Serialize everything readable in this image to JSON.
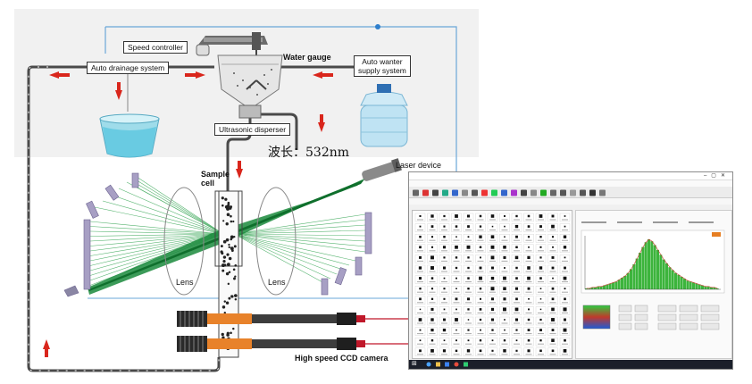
{
  "labels": {
    "speed_controller": "Speed controller",
    "auto_drainage": "Auto drainage system",
    "water_gauge": "Water gauge",
    "auto_water_supply_line1": "Auto wanter",
    "auto_water_supply_line2": "supply system",
    "ultrasonic": "Ultrasonic disperser",
    "wavelength": "波长：532nm",
    "laser": "Laser device",
    "sample_cell_line1": "Sample",
    "sample_cell_line2": "cell",
    "lens_left": "Lens",
    "lens_right": "Lens",
    "camera": "High speed CCD camera"
  },
  "colors": {
    "pipe": "#4a4a4a",
    "arrow": "#d9261c",
    "laser_beam": "#1a8a3c",
    "water": "#5bc7e0",
    "sensor": "#a79fc4",
    "blue_line": "#6aa7d8",
    "camera_orange": "#e8822a",
    "histogram_green": "#3cb43c",
    "ccd_red": "#c0182a"
  },
  "window": {
    "histogram": [
      1,
      1,
      2,
      2,
      3,
      3,
      4,
      5,
      6,
      7,
      8,
      10,
      12,
      14,
      17,
      21,
      26,
      32,
      38,
      44,
      49,
      52,
      50,
      46,
      41,
      36,
      31,
      27,
      23,
      20,
      17,
      15,
      13,
      11,
      9,
      8,
      7,
      6,
      5,
      4,
      3,
      3,
      2,
      2,
      1
    ]
  }
}
